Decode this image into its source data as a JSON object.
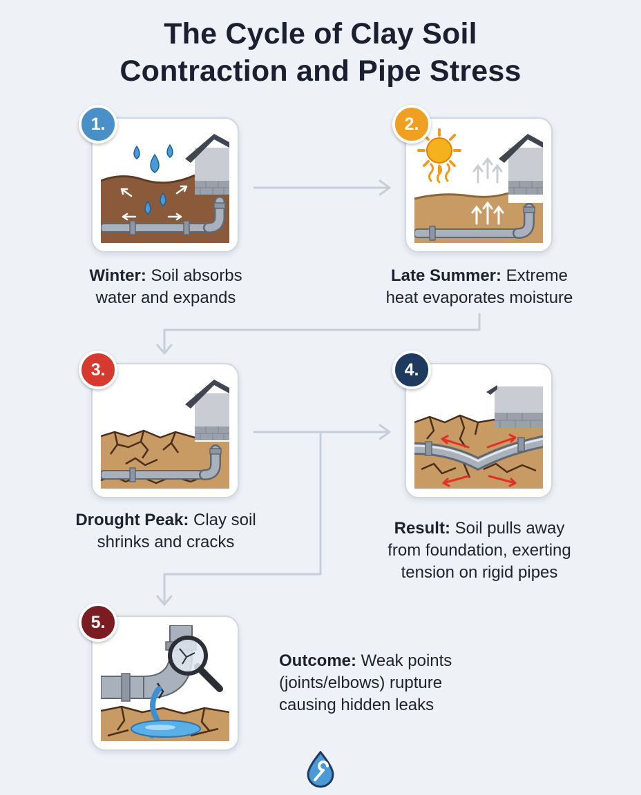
{
  "title_line1": "The Cycle of Clay Soil",
  "title_line2": "Contraction and Pipe Stress",
  "steps": [
    {
      "number": "1.",
      "bold": "Winter:",
      "text_line1": " Soil absorbs",
      "text_line2": "water and expands",
      "badge_color": "#4a90c8"
    },
    {
      "number": "2.",
      "bold": "Late Summer:",
      "text_line1": " Extreme",
      "text_line2": "heat evaporates moisture",
      "badge_color": "#f0a020"
    },
    {
      "number": "3.",
      "bold": "Drought Peak:",
      "text_line1": " Clay soil",
      "text_line2": "shrinks and cracks",
      "badge_color": "#d63a2e"
    },
    {
      "number": "4.",
      "bold": "Result:",
      "text_line1": " Soil pulls away",
      "text_line2": "from foundation, exerting",
      "text_line3": "tension on rigid pipes",
      "badge_color": "#1f3a5f"
    },
    {
      "number": "5.",
      "bold": "Outcome:",
      "text_line1": " Weak points",
      "text_line2": "(joints/elbows) rupture",
      "text_line3": "causing hidden leaks",
      "badge_color": "#7a1c22"
    }
  ],
  "colors": {
    "connector": "#c5ced9",
    "soil_wet": "#8a5a3a",
    "soil_dry": "#c89a64",
    "pipe": "#a9b2bc",
    "water": "#3d8fd0"
  },
  "icons": [
    "rain-drops-icon",
    "sun-icon",
    "crack-icon",
    "tension-arrows-icon",
    "magnifier-icon",
    "water-drop-wrench-icon"
  ]
}
